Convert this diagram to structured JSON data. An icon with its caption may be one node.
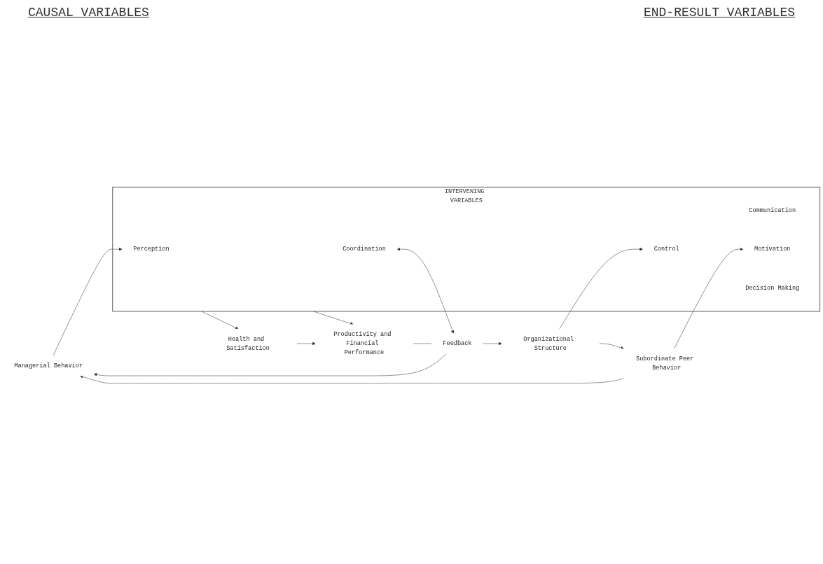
{
  "diagram": {
    "nodes": [
      {
        "text": [
          "Managerial Behavior"
        ]
      },
      {
        "text": [
          "Subordinate Peer Behavior"
        ]
      },
      {
        "text": [
          "Organizational Structure"
        ]
      },
      {
        "text": [
          "INTERVENING VARIABLES"
        ]
      },
      {
        "text": [
          "Perception"
        ],
        "in": 3
      },
      {
        "text": [
          "Communication"
        ],
        "in": 3
      },
      {
        "text": [
          "Motivation"
        ],
        "in": 3
      },
      {
        "text": [
          "Decision Making"
        ],
        "in": 3
      },
      {
        "text": [
          "Control"
        ],
        "in": 3
      },
      {
        "text": [
          "Coordination"
        ],
        "in": 3
      },
      {
        "text": [
          "Health and Satisfaction"
        ]
      },
      {
        "text": [
          "Productivity and Financial Performance"
        ]
      },
      {
        "text": [
          "Feedback"
        ]
      }
    ],
    "edges": [
      {
        "from": 0,
        "to": 4,
        "arrow": "to"
      },
      {
        "from": 1,
        "to": 6,
        "arrow": "to"
      },
      {
        "from": 2,
        "to": 8,
        "arrow": "to"
      },
      {
        "from": 1,
        "to": 0,
        "arrow": "to"
      },
      {
        "from": 2,
        "to": 1,
        "arrow": "to"
      },
      {
        "from": 3,
        "to": 10,
        "arrow": "to"
      },
      {
        "from": 3,
        "to": 11,
        "arrow": "to"
      },
      {
        "from": 10,
        "to": 11,
        "arrow": "to"
      },
      {
        "from": 11,
        "to": 12,
        "arrow": "none"
      },
      {
        "from": 12,
        "to": 0,
        "arrow": "to"
      },
      {
        "from": 12,
        "to": 2,
        "arrow": "to"
      },
      {
        "from": 9,
        "to": 12,
        "arrow": "both"
      }
    ],
    "labels": [
      "CAUSAL VARIABLES",
      "END-RESULT VARIABLES"
    ]
  }
}
